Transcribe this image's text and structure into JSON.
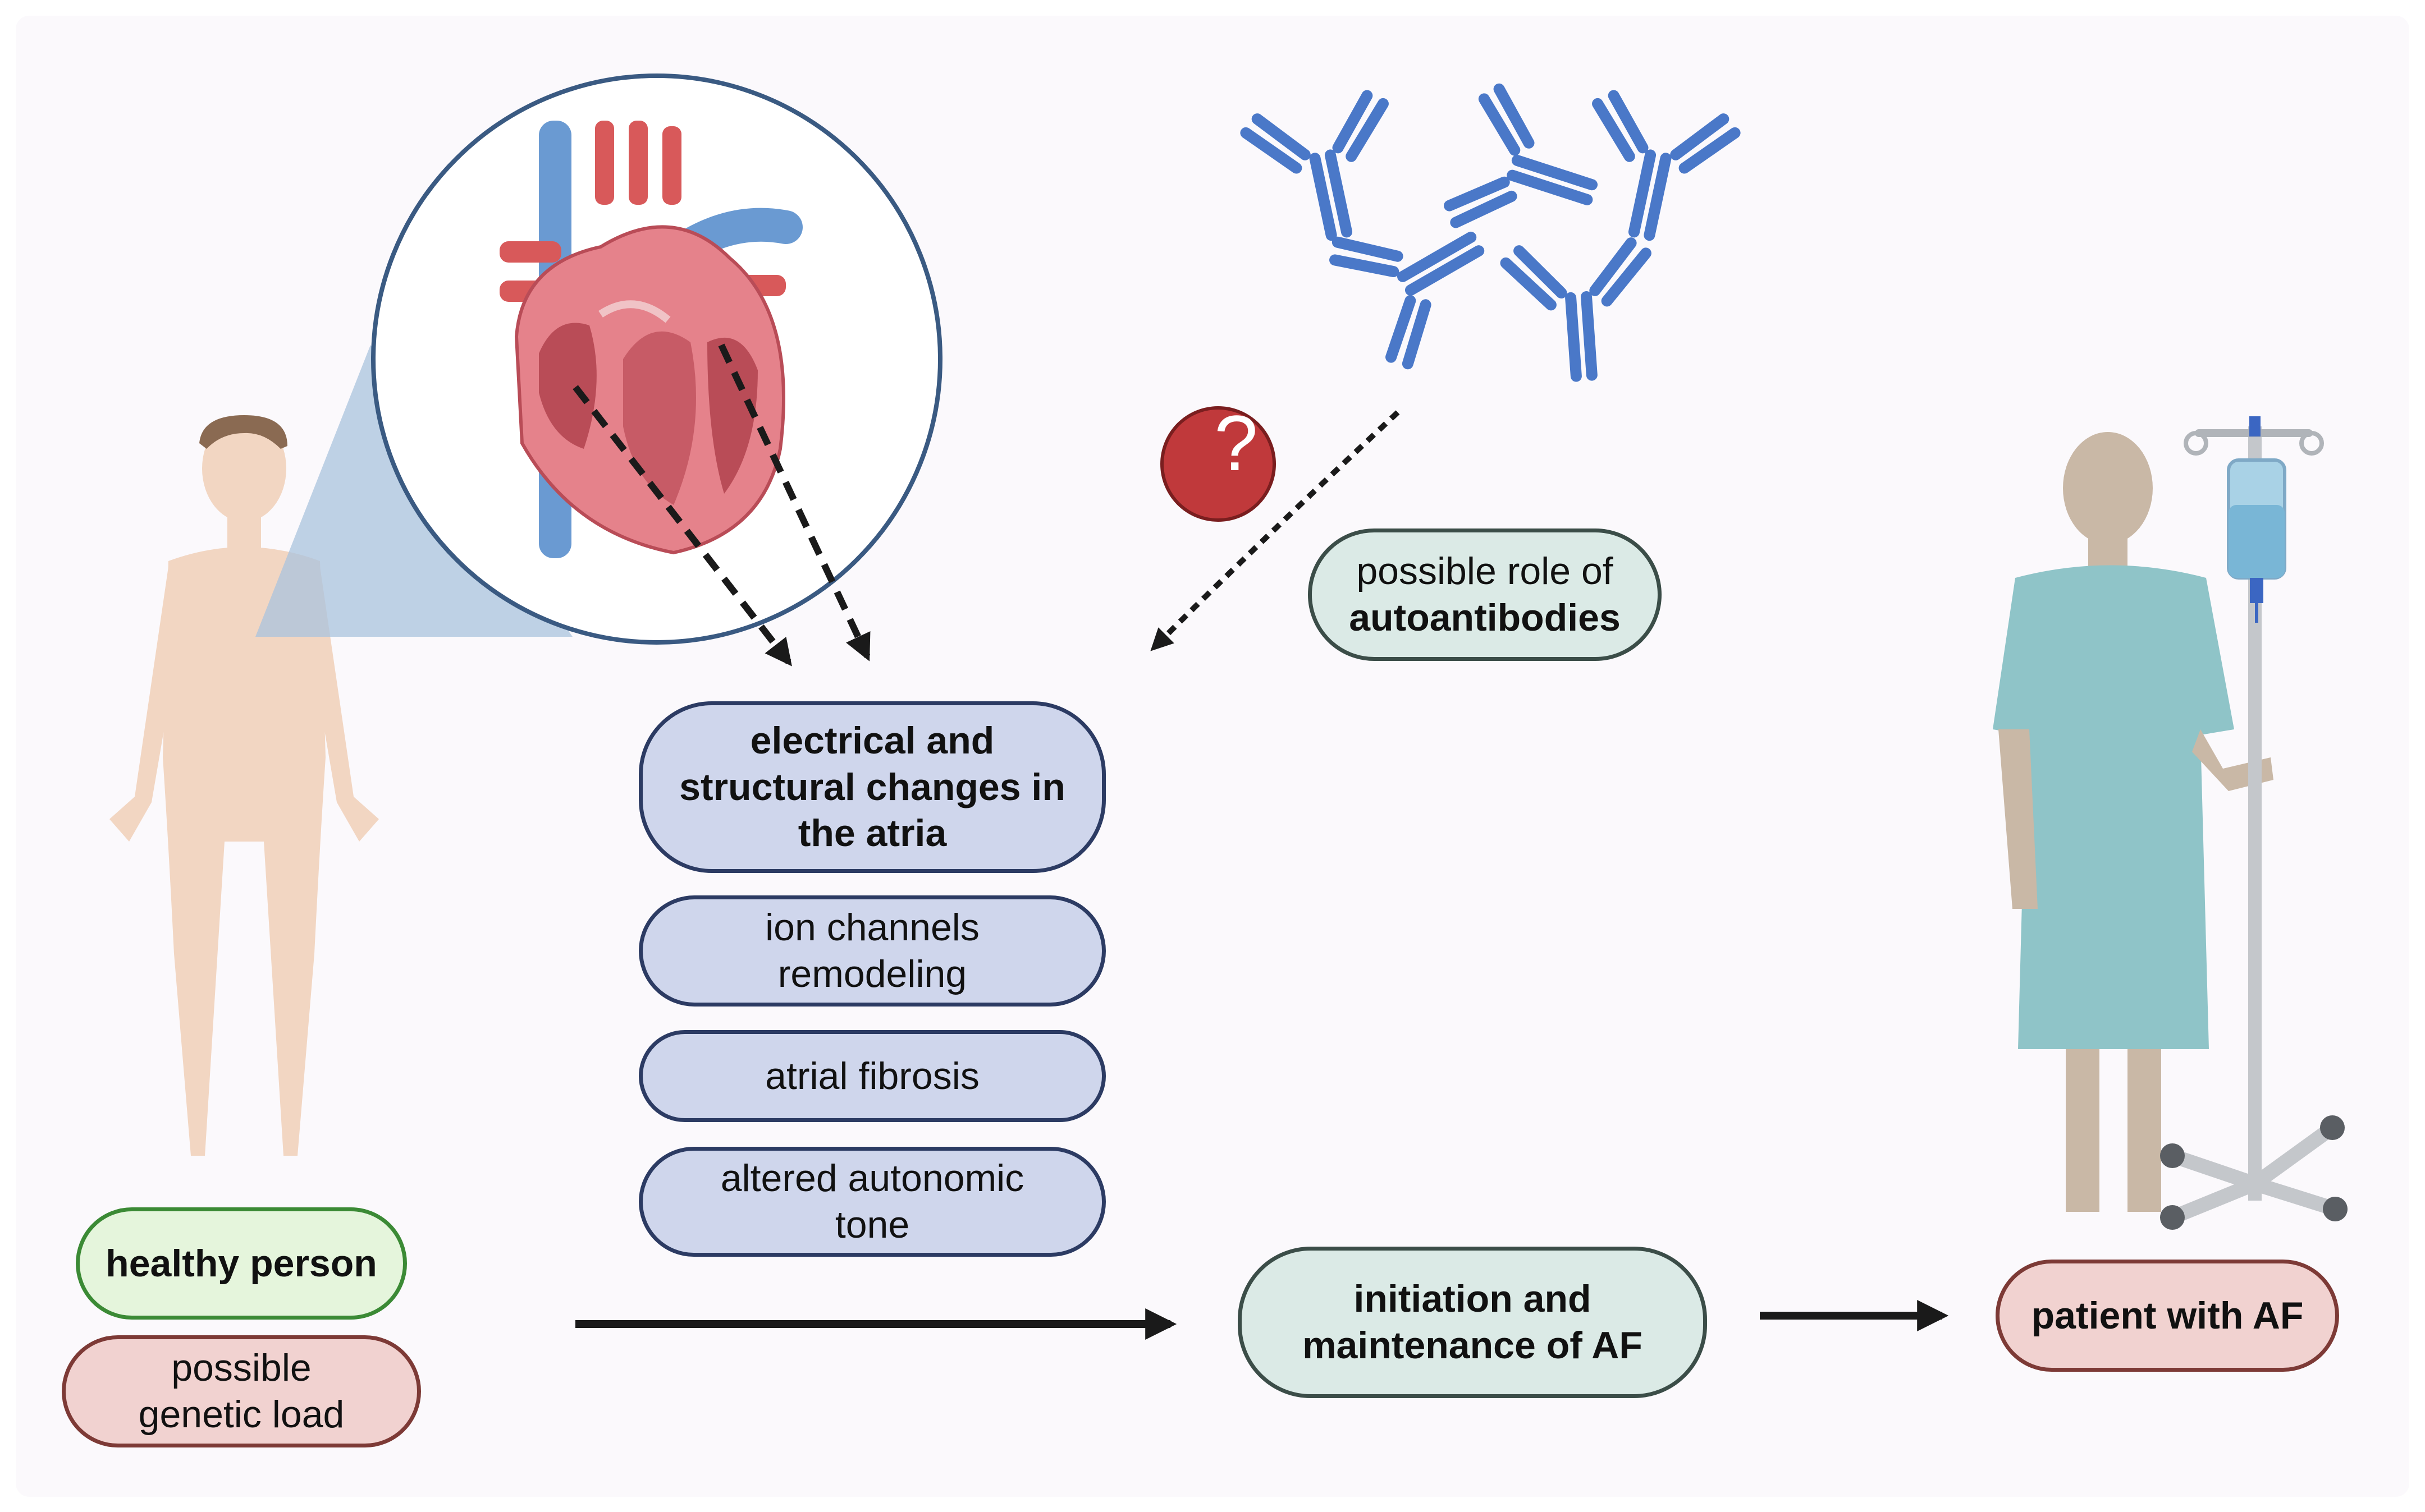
{
  "nodes": {
    "healthy_person": "healthy person",
    "genetic_load": "possible genetic load",
    "electrical_changes": "electrical and structural changes in the atria",
    "ion_channels": "ion channels remodeling",
    "atrial_fibrosis": "atrial fibrosis",
    "autonomic_tone": "altered autonomic tone",
    "autoantibodies_prefix": "possible role of",
    "autoantibodies_bold": "autoantibodies",
    "initiation": "initiation and maintenance of AF",
    "patient": "patient with AF"
  },
  "question_mark": "?",
  "colors": {
    "blue_box": "#cfd6ec",
    "blue_border": "#2c3b63",
    "green_box": "#e5f5dc",
    "green_border": "#3b8a35",
    "pink_box": "#f1d2d0",
    "pink_border": "#7d3a36",
    "teal_box": "#dbeae6",
    "antibody": "#4a78c8",
    "question_badge": "#c0393b",
    "arrow": "#1a1a1a"
  },
  "icons": [
    "heart-anatomy-icon",
    "antibody-icon",
    "human-body-icon",
    "hospital-patient-icon",
    "iv-drip-stand-icon"
  ]
}
